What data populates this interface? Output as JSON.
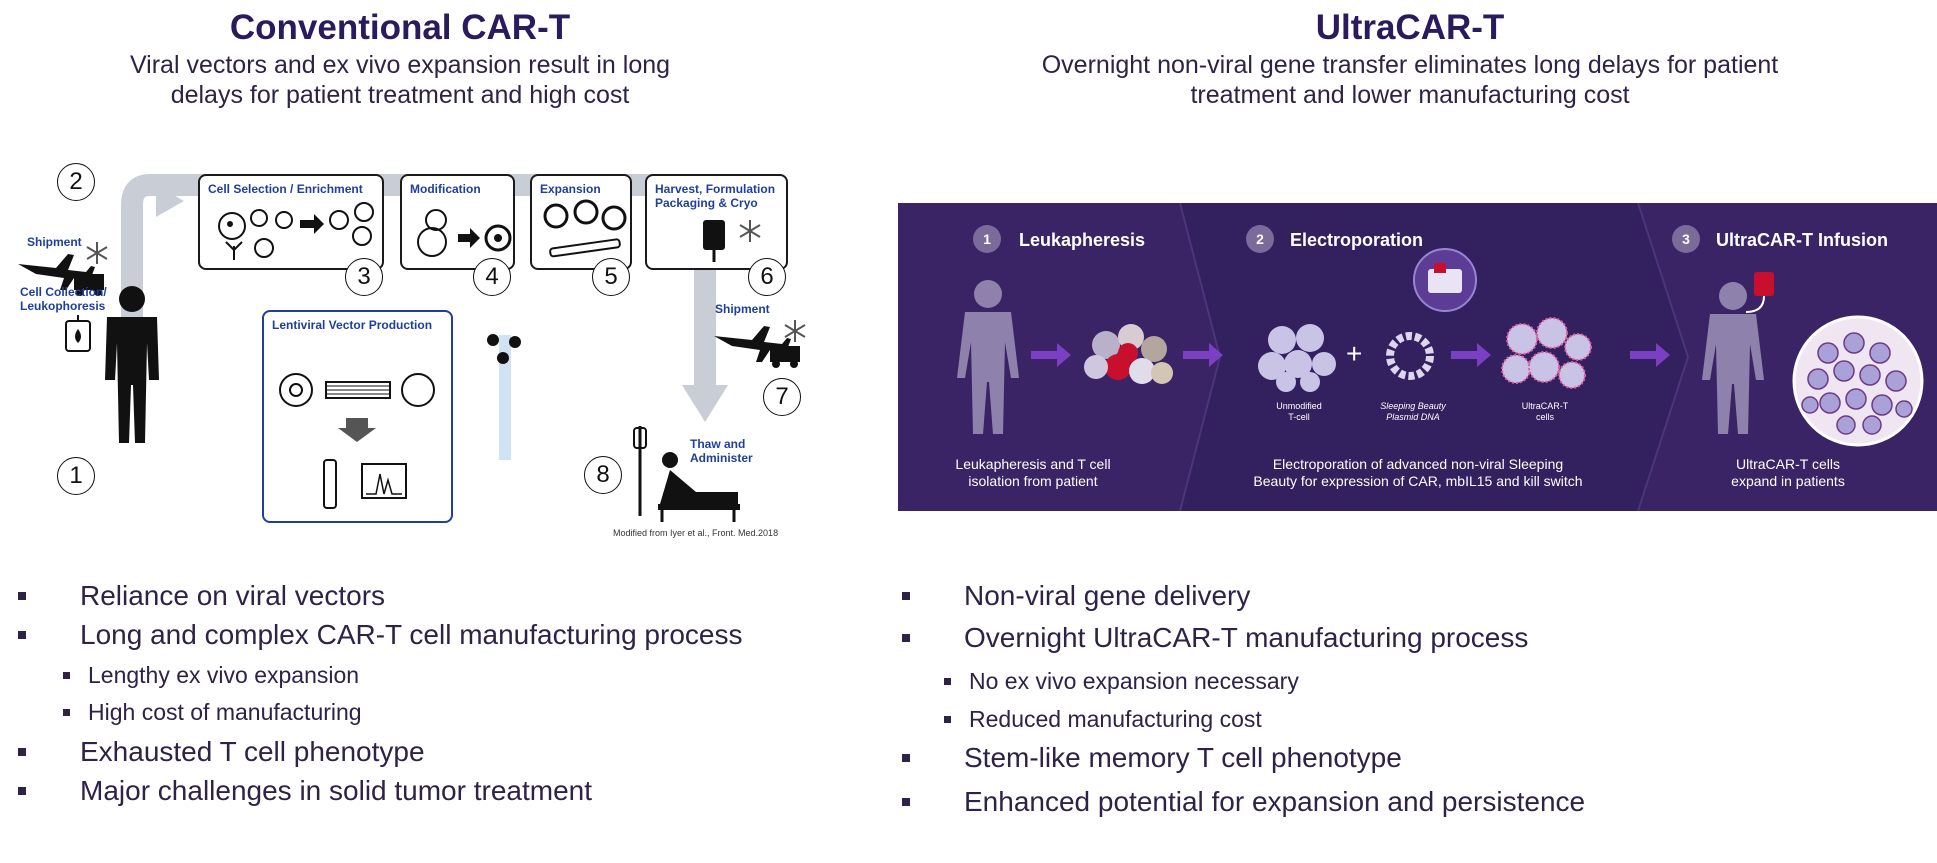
{
  "left": {
    "title": "Conventional CAR-T",
    "subtitle_line1": "Viral vectors and ex vivo expansion result in long",
    "subtitle_line2": "delays for patient treatment and high cost",
    "diagram": {
      "shipment_1": "Shipment",
      "cell_collection": "Cell Collection/\nLeukophoresis",
      "box_cell_selection": "Cell Selection / Enrichment",
      "box_modification": "Modification",
      "box_expansion": "Expansion",
      "box_harvest": "Harvest, Formulation\nPackaging & Cryo",
      "box_lentiviral": "Lentiviral Vector Production",
      "shipment_2": "Shipment",
      "thaw": "Thaw and\nAdminister",
      "numbers": [
        "1",
        "2",
        "3",
        "4",
        "5",
        "6",
        "7",
        "8"
      ],
      "credit": "Modified from Iyer et al., Front. Med.2018"
    },
    "bullets": [
      {
        "level": 1,
        "text": "Reliance on viral vectors"
      },
      {
        "level": 1,
        "text": "Long and complex CAR-T cell manufacturing process"
      },
      {
        "level": 2,
        "text": "Lengthy ex vivo expansion"
      },
      {
        "level": 2,
        "text": "High cost of manufacturing"
      },
      {
        "level": 1,
        "text": "Exhausted T cell phenotype"
      },
      {
        "level": 1,
        "text": "Major challenges in solid tumor treatment"
      }
    ]
  },
  "right": {
    "title": "UltraCAR-T",
    "subtitle_line1": "Overnight non-viral gene transfer eliminates long delays for patient",
    "subtitle_line2": "treatment and lower manufacturing cost",
    "steps": [
      {
        "num": "1",
        "title": "Leukapheresis",
        "caption": "Leukapheresis and T cell\nisolation from patient"
      },
      {
        "num": "2",
        "title": "Electroporation",
        "caption": "Electroporation of advanced non-viral Sleeping\nBeauty for expression of CAR, mbIL15 and kill switch"
      },
      {
        "num": "3",
        "title": "UltraCAR-T Infusion",
        "caption": "UltraCAR-T cells\nexpand in patients"
      }
    ],
    "mini_labels": {
      "unmodified": "Unmodified\nT-cell",
      "plasmid": "Sleeping Beauty\nPlasmid DNA",
      "ultracar_cells": "UltraCAR-T\ncells"
    },
    "plus": "+",
    "bullets": [
      {
        "level": 1,
        "text": "Non-viral gene delivery"
      },
      {
        "level": 1,
        "text": "Overnight UltraCAR-T manufacturing process"
      },
      {
        "level": 2,
        "text": "No ex vivo expansion necessary"
      },
      {
        "level": 2,
        "text": "Reduced manufacturing cost"
      },
      {
        "level": 1,
        "text": "Stem-like memory T cell phenotype"
      },
      {
        "level": 1,
        "text": "Enhanced potential for expansion and persistence"
      }
    ]
  },
  "colors": {
    "title": "#2a1b5e",
    "text": "#2e2246",
    "banner": "#2e1a56",
    "diagram_blue": "#1f3f9c",
    "arrow_gray": "#c9ced6",
    "infusion_red": "#c8102e"
  }
}
